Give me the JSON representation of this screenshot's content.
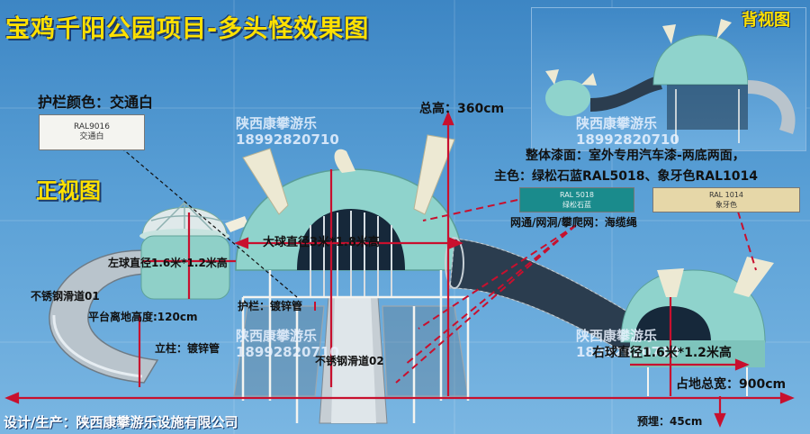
{
  "title": "宝鸡千阳公园项目-多头怪效果图",
  "back_view_label": "背视图",
  "front_view_label": "正视图",
  "railing_color": {
    "label": "护栏颜色：交通白",
    "swatch_code": "RAL9016",
    "swatch_name": "交通白",
    "color": "#f4f4f0"
  },
  "watermark": {
    "company": "陕西康攀游乐",
    "phone": "18992820710"
  },
  "total_height": "总高：360cm",
  "paint": {
    "line1": "整体漆面：室外专用汽车漆-两底两面，",
    "line2": "主色：绿松石蓝RAL5018、象牙色RAL1014",
    "swatch1_code": "RAL 5018",
    "swatch1_name": "绿松石蓝",
    "swatch1_color": "#1a8b8c",
    "swatch2_code": "RAL 1014",
    "swatch2_name": "象牙色",
    "swatch2_color": "#e6d7a8"
  },
  "net_material": "网通/网洞/攀爬网：海缆绳",
  "big_ball": "大球直径3米*1.8米高",
  "left_ball": "左球直径1.6米*1.2米高",
  "right_ball": "右球直径1.6米*1.2米高",
  "slide1": "不锈钢滑道01",
  "slide2": "不锈钢滑道02",
  "platform_height": "平台离地高度:120cm",
  "railing_material": "护栏：镀锌管",
  "post_material": "立柱：镀锌管",
  "total_width": "占地总宽：900cm",
  "embed": "预埋：45cm",
  "footer": "设计/生产：陕西康攀游乐设施有限公司"
}
